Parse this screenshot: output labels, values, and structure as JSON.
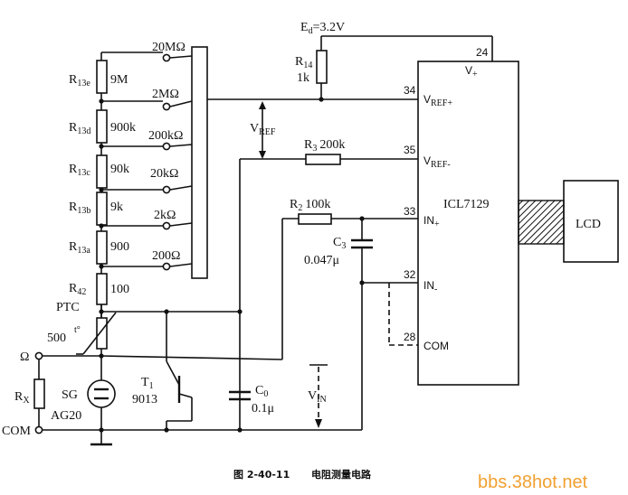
{
  "supply": {
    "label": "E",
    "sub": "d",
    "value": "=3.2V"
  },
  "resistors": {
    "r14": {
      "name": "R",
      "sub": "14",
      "value": "1k"
    },
    "r3": {
      "name": "R",
      "sub": "3",
      "value": "200k"
    },
    "r2": {
      "name": "R",
      "sub": "2",
      "value": "100k"
    },
    "r42": {
      "name": "R",
      "sub": "42",
      "value": "100"
    },
    "r13e": {
      "name": "R",
      "sub": "13e",
      "value": "9M"
    },
    "r13d": {
      "name": "R",
      "sub": "13d",
      "value": "900k"
    },
    "r13c": {
      "name": "R",
      "sub": "13c",
      "value": "90k"
    },
    "r13b": {
      "name": "R",
      "sub": "13b",
      "value": "9k"
    },
    "r13a": {
      "name": "R",
      "sub": "13a",
      "value": "900"
    }
  },
  "ranges": [
    "20MΩ",
    "2MΩ",
    "200kΩ",
    "20kΩ",
    "2kΩ",
    "200Ω"
  ],
  "vref": {
    "label": "V",
    "sub": "REF"
  },
  "vin": {
    "label": "V",
    "sub": "IN"
  },
  "chip": {
    "name": "ICL7129",
    "pins": [
      {
        "num": "24",
        "label": "V",
        "sub": "+"
      },
      {
        "num": "34",
        "label": "V",
        "sub": "REF+"
      },
      {
        "num": "35",
        "label": "V",
        "sub": "REF-"
      },
      {
        "num": "33",
        "label": "IN",
        "sub": "+"
      },
      {
        "num": "32",
        "label": "IN",
        "sub": "-"
      },
      {
        "num": "28",
        "label": "COM",
        "sub": ""
      }
    ]
  },
  "lcd": {
    "label": "LCD"
  },
  "c3": {
    "name": "C",
    "sub": "3",
    "value": "0.047μ"
  },
  "c0": {
    "name": "C",
    "sub": "0",
    "value": "0.1μ"
  },
  "ptc": {
    "name": "PTC",
    "value": "500",
    "symbol": "t°"
  },
  "transistor": {
    "name": "T",
    "sub": "1",
    "value": "9013"
  },
  "sg": {
    "name": "SG",
    "value": "AG20"
  },
  "rx": {
    "name": "R",
    "sub": "X"
  },
  "terminals": {
    "ohm": "Ω",
    "com": "COM"
  },
  "caption": {
    "figure": "图 2-40-11",
    "title": "电阻测量电路"
  },
  "watermark": "bbs.38hot.net"
}
